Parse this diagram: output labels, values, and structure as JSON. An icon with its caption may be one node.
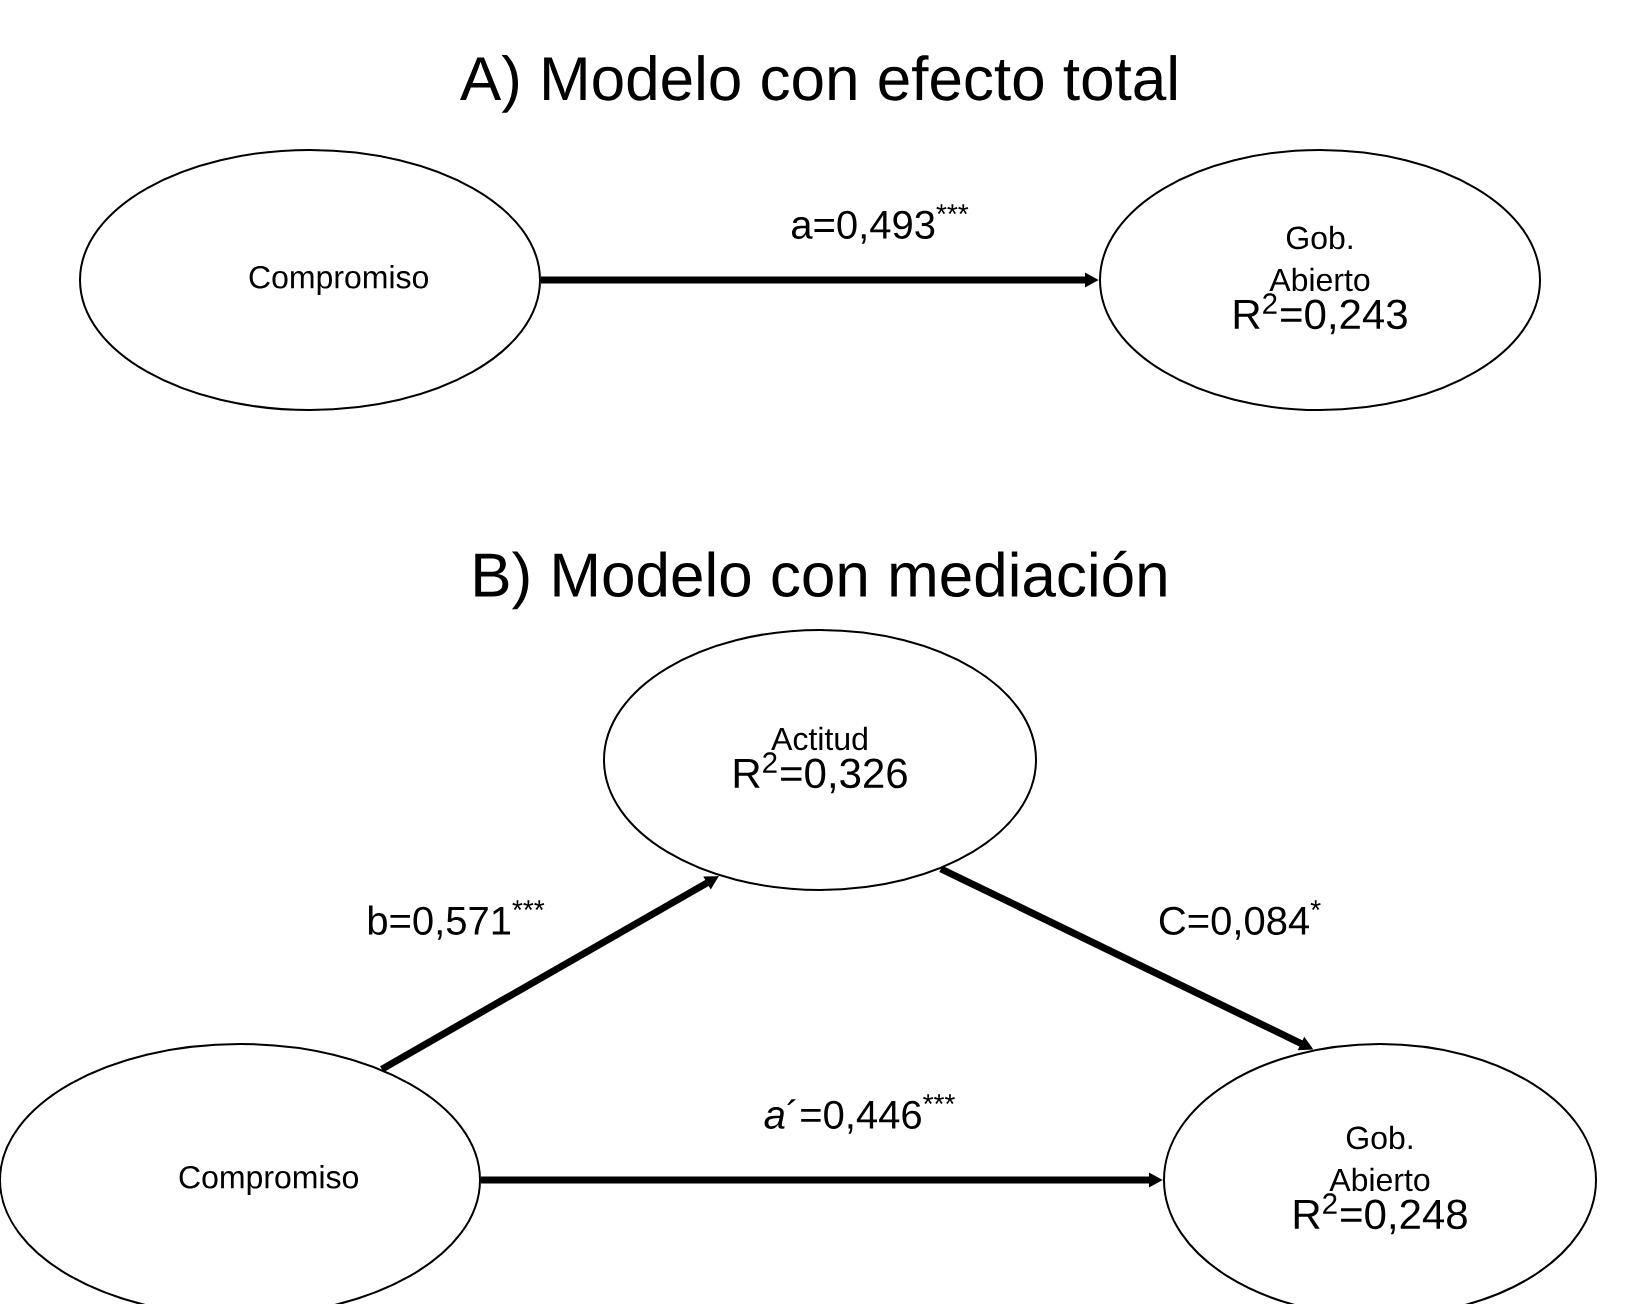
{
  "diagram": {
    "nodes": [
      {
        "text": [
          "Compromiso"
        ]
      },
      {
        "text": [
          "Gob. Abierto",
          "R$^{2}$=0,243"
        ]
      },
      {
        "text": [
          "Actitud",
          "R$^{2}$=0,326"
        ]
      },
      {
        "text": [
          "Compromiso"
        ]
      },
      {
        "text": [
          "Gob. Abierto",
          "R$^{2}$=0,248"
        ]
      }
    ],
    "edges": [
      {
        "from": 0,
        "to": 1,
        "arrow": "to",
        "label": "a=0,493$^{***}$"
      },
      {
        "from": 3,
        "to": 2,
        "arrow": "to",
        "label": "b=0,571$^{***}$"
      },
      {
        "from": 2,
        "to": 4,
        "arrow": "to",
        "label": "C=0,084$^{*}$"
      },
      {
        "from": 3,
        "to": 4,
        "arrow": "to",
        "label": "*a*´=0,446$^{***}$"
      }
    ],
    "labels": [
      "A) Modelo con efecto total",
      "B) Modelo con mediación"
    ]
  }
}
